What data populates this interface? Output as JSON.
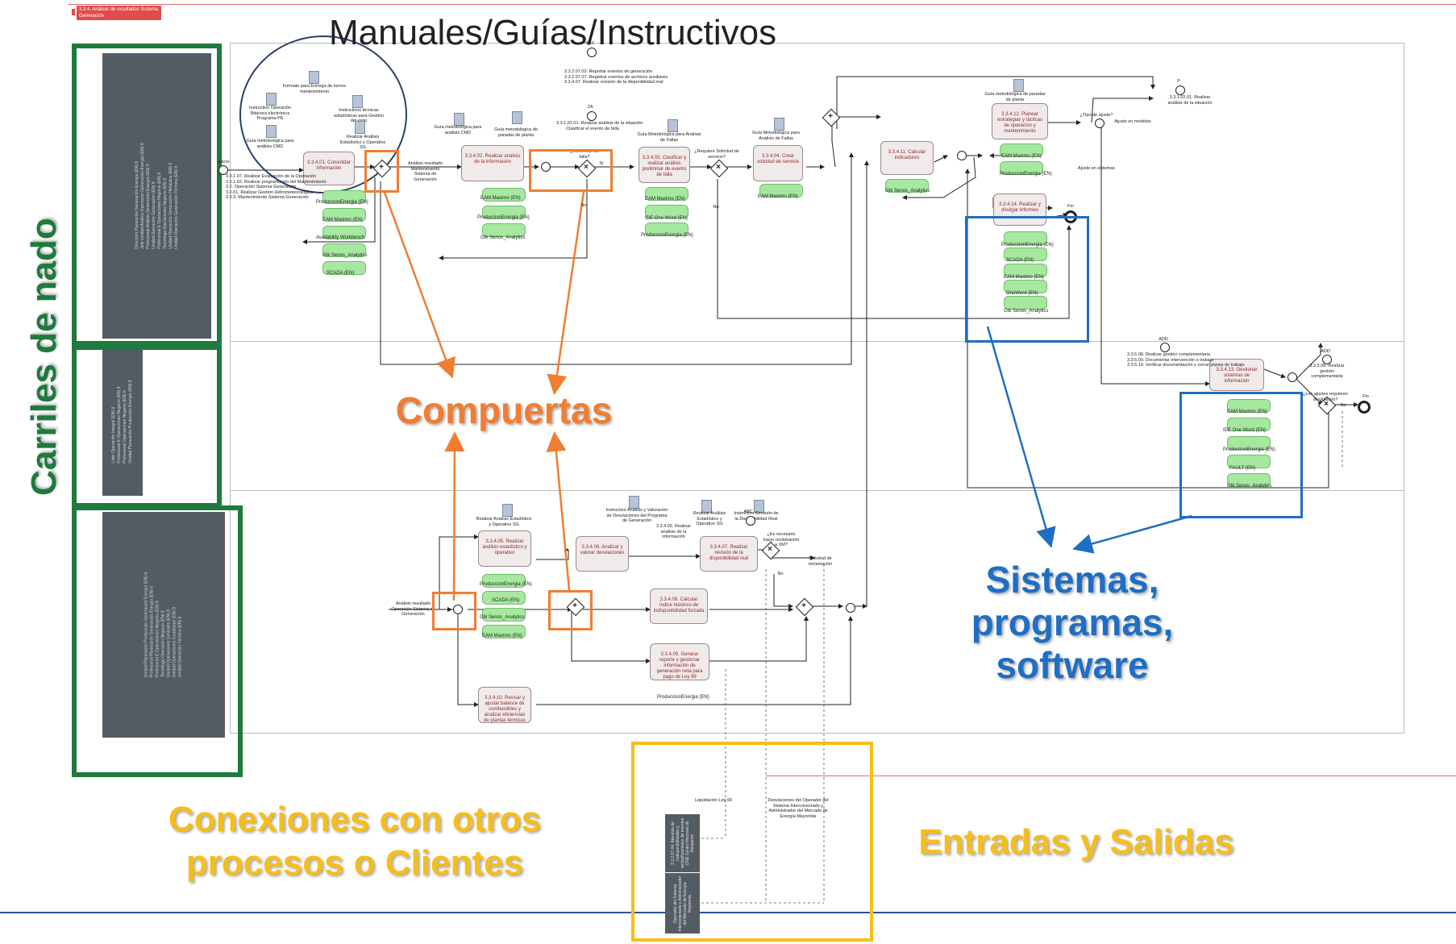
{
  "header": {
    "process_tag": "3.3.4. Análisis de resultados Sistema Generación"
  },
  "callouts": {
    "manuales": "Manuales/Guías/Instructivos",
    "carriles": "Carriles de nado",
    "compuertas": "Compuertas",
    "sistemas": "Sistemas, programas, software",
    "conexiones": "Conexiones con otros procesos o Clientes",
    "entradas": "Entradas y Salidas"
  },
  "colors": {
    "green": "#1f7a3d",
    "orange": "#f07d32",
    "blue": "#1f6ec3",
    "yellow": "#f5be1a",
    "lane_label_bg": "#535c63",
    "task_fill": "#f1eaea",
    "system_fill": "#a6e8a0"
  },
  "lanes": [
    {
      "roles": "Dirección Planeación Generación Energía (EN) 8\nJefe Unidad Análisis Operación Generación Energía (EN) 8\nProfesional Análisis Generación Energía (EN) 8\nUnidad Operación Generación (EN) 8\nProfesional E Operaciones Negocio (EN) 8\nTecnólogo Operaciones Negocio (EN) 8\nUnidad Operación Generación Hidráulica (EN) 8\nUnidad Operación Generación Térmica (EN) 8"
    },
    {
      "roles": "Líder Operación Integral (EN) 8\nProfesional E Operaciones Negocio (EN) 8\nProfesional Operaciones Negocio (EN) 8\nUnidad Planeación Producción Energía (EN) 8"
    },
    {
      "roles": "Unidad Planeación Producción Generación Energía (EN) 8\nProfesional Planeación Generación Energía (EN) 8\nProfesional E Operaciones Negocio (EN) 8\nTecnólogo Operación Negocio (EN) 8\nUnidad Operaciones Centrales (EN) 8\nUnidad Operaciones Guadalupe (EN) 8\nUnidad Operación Térmica (EN) 8"
    }
  ],
  "tasks": [
    {
      "id": "t1",
      "label": "3.3.4.01. Consolidar información"
    },
    {
      "id": "t2",
      "label": "3.3.4.02. Realizar análisis de la información"
    },
    {
      "id": "t3",
      "label": "3.3.4.03. Clasificar y realizar análisis preliminar de evento de falla"
    },
    {
      "id": "t4",
      "label": "3.3.4.04. Crear solicitud de servicio"
    },
    {
      "id": "t5",
      "label": "3.3.4.11. Calcular indicadores"
    },
    {
      "id": "t6",
      "label": "3.3.4.12. Planear estrategias y tácticas de operación y mantenimiento"
    },
    {
      "id": "t7",
      "label": "3.3.4.14. Realizar y divulgar informes"
    },
    {
      "id": "t8",
      "label": "3.3.4.13. Gestionar sistemas de información"
    },
    {
      "id": "t9",
      "label": "3.3.4.05. Realizar análisis estadístico y operativo"
    },
    {
      "id": "t10",
      "label": "3.3.4.06. Analizar y valorar desviaciones"
    },
    {
      "id": "t11",
      "label": "3.3.4.07. Realizar revisión de la disponibilidad real"
    },
    {
      "id": "t12",
      "label": "3.3.4.08. Calcular índice histórico de indisponibilidad forzada"
    },
    {
      "id": "t13",
      "label": "3.3.4.09. Generar reporte y gestionar información de generación neta para pago de Ley 99"
    },
    {
      "id": "t14",
      "label": "3.3.4.10. Revisar y ajustar balance de combustibles y analizar eficiencias de plantas térmicas"
    }
  ],
  "systems": {
    "t1": [
      "ProduccionEnergia (EN)",
      "EAM Maximo (EN)",
      "Availability Workbench",
      "Gtk Senos_Analytics",
      "SCADA (EN)"
    ],
    "t2": [
      "EAM Maximo (EN)",
      "ProduccionEnergia (EN)",
      "Gtk Senos_Analytics"
    ],
    "t3": [
      "EAM Maximo (EN)",
      "IDE One Word (EN)",
      "ProduccionEnergia (EN)"
    ],
    "t4": [
      "EAM Maximo (EN)"
    ],
    "t5": [
      "Gtk Senos_Analytics"
    ],
    "t6": [
      "EAM Maximo (EN)",
      "ProduccionEnergia (EN)"
    ],
    "t7": [
      "ProduccionEnergia (EN)",
      "SCADA (EN)",
      "EAM Maximo (EN)",
      "OneWord (EN)",
      "Gtk Senos_Analytics"
    ],
    "t8": [
      "EAM Maximo (EN)",
      "IDE One Word (EN)",
      "ProduccionEnergia (EN)",
      "FAULT (EN)",
      "Gtk Senos_Analytics"
    ],
    "t9": [
      "ProduccionEnergia (EN)",
      "SCADA (EN)",
      "Gtk Senos_Analytics",
      "EAM Maximo (EN)"
    ],
    "t13": [
      "ProduccionEnergia (EN)"
    ]
  },
  "docs": {
    "d1": "Formato para Entrega de turnos mantenimiento",
    "d2": "Instructivo Operación Bitácora electrónica Programa PE",
    "d3": "Instructivos técnicas estadísticas para Gestión del estio",
    "d4": "Guía metodológica para análisis CMD",
    "d5": "Realizar Análisis Estadístico y Operativo SG",
    "d6": "Guía metodológica para análisis CMD",
    "d7": "Guía metodológica de paradas de planta",
    "d8": "Guía Metodológica para Análisis de Fallas",
    "d9": "Guía Metodológica para Análisis de Fallas",
    "d10": "Guía metodológica de paradas de planta",
    "d11": "Realizar Análisis Estadístico y Operativo SG",
    "d12": "Instructivo Análisis y Valoración de Desviaciones del Programa de Generación",
    "d13": "Realizar Análisis Estadístico y Operativo SG",
    "d14": "Instructivo Revisión de la Disponibilidad Real"
  },
  "events": {
    "inicio": "Inicio",
    "inicio_list": "3.3.1.07. Realizar Evaluación de la Operación\n3.3.1.02. Realizar programación del Mantenimiento\n3.2. Operación Sistema Generación\n3.2.01. Realizar Gestión Hidrometeorológica\n3.3.3. Mantenimiento Sistema Generación",
    "abc_label": "ABC",
    "abc_list": "3.3.2.07.03. Reportar eventos de generación\n3.3.2.07.07. Registrar eventos de archivos auxiliares\n3.3.4.07. Realizar revisión de la disponibilidad real",
    "za_label": "ZA",
    "za_list": "3.3.1.02.01. Realizar análisis de la situación\nClasificar el evento de falla",
    "p_label": "P",
    "p_text": "3.3.1.02.01. Realizar análisis de la situación",
    "add_label": "ADD",
    "add_list": "3.3.5.08. Realizar gestión complementaria\n3.3.5.09. Documentar intervención o trabajo\n3.3.5.10. Verificar documentación y cerrar planes de trabajo",
    "add_out": "ADD",
    "add_out_text": "3.3.5.06. Realizar gestión complementaria",
    "fin": "Fin",
    "fin2": "Fin",
    "abc2_label": "ABC",
    "abc2_text": "3.3.4.03. Realizar análisis de la información",
    "solicitud": "Solicitud de reclamación",
    "ley99": "Liquidación Ley 99",
    "desv": "Desviaciones del Operador del Sistema Interconectado y Administrador del Mercado de Energía Mayorista"
  },
  "flow_labels": {
    "analisis_resultado_1": "Análisis resultado Mantenimiento Sistema de Generación",
    "analisis_resultado_2": "Análisis resultado Operación Sistema de Generación",
    "falla_q": "¿Es evento de falla?",
    "solicitud_q": "¿Requiere Solicitud de servicio?",
    "tipo_ajuste_q": "¿Tipo de ajuste?",
    "ajuste_modelos": "Ajuste en modelos",
    "ajuste_sistemas": "Ajuste en sistemas",
    "ajustes_div_q": "¿Los ajustes requieren divulgación?",
    "reclamacion_q": "¿Es necesario hacer reclamación a XM?",
    "si": "Sí",
    "no": "No"
  },
  "pool_boxes": {
    "left_box": "3.3.2.07.04. Atención de indisponibilidades y reclasificaciones de eventos CND Centro Nacional de Despacho",
    "right_box": "Operador del Sistema Interconectado y Administrador del Mercado de Energía Mayorista"
  }
}
